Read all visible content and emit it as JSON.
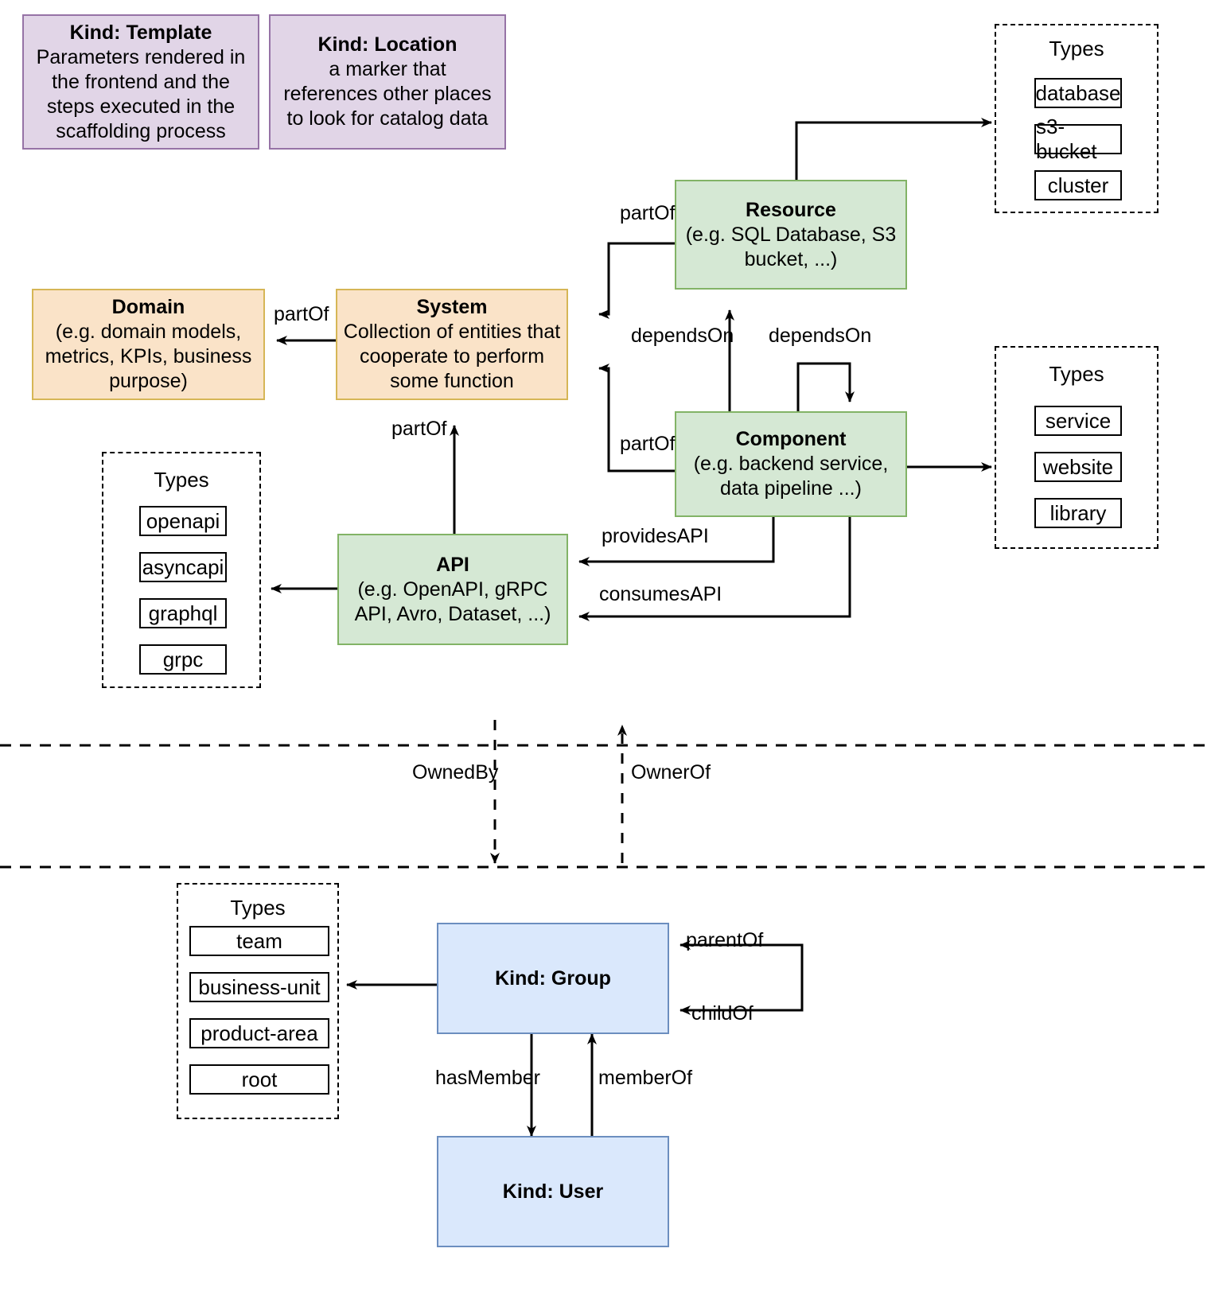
{
  "diagram": {
    "title": "Backstage catalog entity kinds and relations",
    "colors": {
      "purple_fill": "#e1d5e7",
      "purple_stroke": "#9673a6",
      "orange_fill": "#fae3c8",
      "orange_stroke": "#d6b656",
      "green_fill": "#d5e8d4",
      "green_stroke": "#82b366",
      "blue_fill": "#dae8fc",
      "blue_stroke": "#6c8ebf",
      "line": "#000000",
      "background": "#ffffff"
    }
  },
  "nodes": {
    "template": {
      "title": "Kind: Template",
      "body": "Parameters rendered in the frontend and the steps executed in  the scaffolding process"
    },
    "location": {
      "title": "Kind: Location",
      "body": "a marker that references other places to look for catalog data"
    },
    "domain": {
      "title": "Domain",
      "body": "(e.g.  domain models, metrics, KPIs, business purpose)"
    },
    "system": {
      "title": "System",
      "body": "Collection of entities that cooperate to perform some function"
    },
    "resource": {
      "title": "Resource",
      "body": "(e.g. SQL Database, S3 bucket, ...)"
    },
    "component": {
      "title": "Component",
      "body": "(e.g. backend service, data pipeline ...)"
    },
    "api": {
      "title": "API",
      "body": "(e.g. OpenAPI, gRPC API, Avro, Dataset, ...)"
    },
    "group": {
      "title": "Kind: Group",
      "body": ""
    },
    "user": {
      "title": "Kind: User",
      "body": ""
    }
  },
  "types_groups": {
    "resource": {
      "caption": "Types",
      "items": [
        "database",
        "s3-bucket",
        "cluster"
      ]
    },
    "component": {
      "caption": "Types",
      "items": [
        "service",
        "website",
        "library"
      ]
    },
    "api": {
      "caption": "Types",
      "items": [
        "openapi",
        "asyncapi",
        "graphql",
        "grpc"
      ]
    },
    "group": {
      "caption": "Types",
      "items": [
        "team",
        "business-unit",
        "product-area",
        "root"
      ]
    }
  },
  "edge_labels": {
    "system_partof_domain": "partOf",
    "resource_partof_system": "partOf",
    "component_partof_system": "partOf",
    "api_partof_system": "partOf",
    "component_dependson_resource": "dependsOn",
    "component_dependson_component": "dependsOn",
    "component_providesapi": "providesAPI",
    "component_consumesapi": "consumesAPI",
    "ownedby": "OwnedBy",
    "ownerof": "OwnerOf",
    "group_parentof": "parentOf",
    "group_childof": "childOf",
    "group_hasmember": "hasMember",
    "user_memberof": "memberOf"
  }
}
